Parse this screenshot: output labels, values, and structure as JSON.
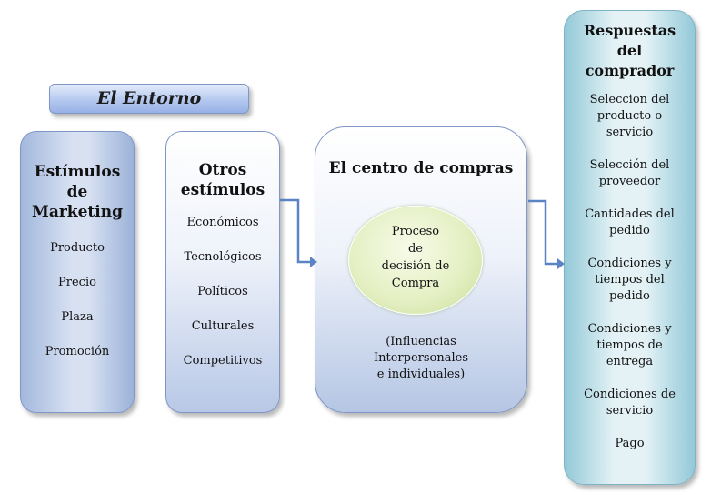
{
  "entorno": {
    "label": "El Entorno"
  },
  "marketing": {
    "title": "Estímulos de Marketing",
    "items": [
      "Producto",
      "Precio",
      "Plaza",
      "Promoción"
    ]
  },
  "otros": {
    "title": "Otros estímulos",
    "items": [
      "Económicos",
      "Tecnológicos",
      "Políticos",
      "Culturales",
      "Competitivos"
    ]
  },
  "centro": {
    "title": "El centro de compras",
    "process": "Proceso de decisión de Compra",
    "influences": "(Influencias Interpersonales e individuales)"
  },
  "respuestas": {
    "title": "Respuestas del comprador",
    "items": [
      "Seleccion del producto o servicio",
      "Selección del proveedor",
      "Cantidades del pedido",
      "Condiciones y tiempos del pedido",
      "Condiciones y tiempos de entrega",
      "Condiciones de servicio",
      "Pago"
    ]
  },
  "colors": {
    "box_border": "#7f97c8",
    "response_fill": "#93c9d8",
    "process_fill": "#e5f0c4",
    "arrow": "#5b84c4"
  }
}
